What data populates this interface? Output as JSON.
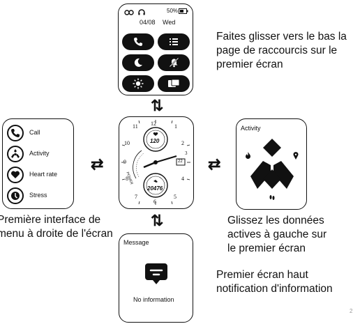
{
  "top_screen": {
    "battery": "50%",
    "date": "04/08",
    "weekday": "Wed",
    "caption_lines": [
      "Faites glisser vers le bas la",
      "page de raccourcis sur le",
      "premier écran"
    ],
    "buttons": [
      "phone-icon",
      "list-icon",
      "moon-icon",
      "bell-off-icon",
      "brightness-icon",
      "watch-face-icon"
    ]
  },
  "left_screen": {
    "items": [
      {
        "label": "Call",
        "icon": "phone-icon"
      },
      {
        "label": "Activity",
        "icon": "activity-icon"
      },
      {
        "label": "Heart rate",
        "icon": "heart-icon"
      },
      {
        "label": "Stress",
        "icon": "stress-icon"
      }
    ],
    "caption_lines": [
      "Première interface de",
      "menu à droite de l'écran"
    ]
  },
  "center_watch": {
    "subdial_top_value": "120",
    "subdial_bottom_value": "20476",
    "date_window": "22",
    "brand_text": "POWER",
    "numerals": [
      "12",
      "1",
      "2",
      "3",
      "4",
      "5",
      "6",
      "7",
      "8",
      "9",
      "10",
      "11"
    ]
  },
  "right_screen": {
    "title": "Activity",
    "caption_lines": [
      "Glissez les données",
      "actives à gauche sur",
      "le premier écran"
    ]
  },
  "bottom_screen": {
    "title": "Message",
    "empty_text": "No information",
    "caption_lines": [
      "Premier écran haut",
      "notification d'information"
    ]
  },
  "arrows": {
    "vertical": "⇅",
    "horizontal": "⇄"
  },
  "edge_mark": "2"
}
